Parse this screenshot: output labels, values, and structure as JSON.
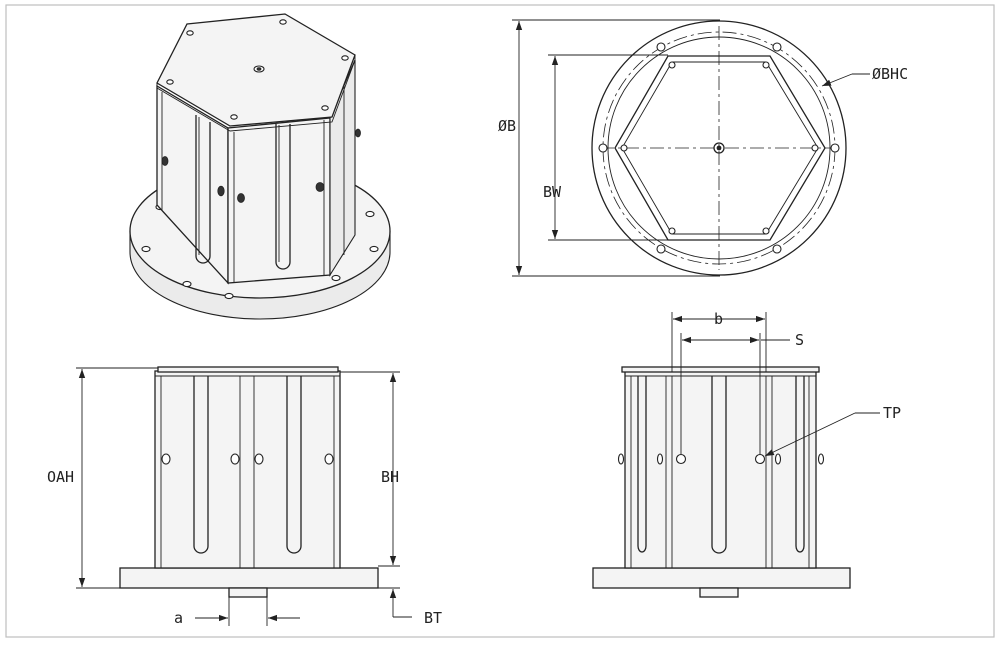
{
  "drawing": {
    "labels": {
      "outer_diameter": "ØB",
      "bolt_hole_circle": "ØBHC",
      "body_width": "BW",
      "slot_spacing": "b",
      "slot_width": "S",
      "through_port": "TP",
      "overall_height": "OAH",
      "body_height": "BH",
      "hub_offset": "a",
      "base_thickness": "BT"
    },
    "colors": {
      "line": "#222222",
      "background": "#ffffff",
      "frame": "#bfbfbf"
    }
  }
}
